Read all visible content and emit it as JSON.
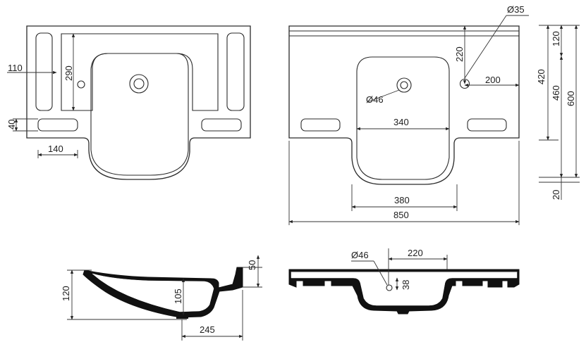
{
  "labels": {
    "top_width_slot": "110",
    "top_depth_slot": "290",
    "top_slot_height": "40",
    "top_slot_width": "140",
    "diam_overflow": "Ø35",
    "offset_220": "220",
    "offset_200": "200",
    "diam_drain": "Ø46",
    "bowl_340": "340",
    "bowl_380": "380",
    "total_850": "850",
    "h_120": "120",
    "h_420": "420",
    "h_460": "460",
    "h_600": "600",
    "h_20": "20",
    "side_50": "50",
    "side_120": "120",
    "side_105": "105",
    "side_245": "245",
    "front_diam": "Ø46",
    "front_220": "220",
    "front_38": "38"
  }
}
